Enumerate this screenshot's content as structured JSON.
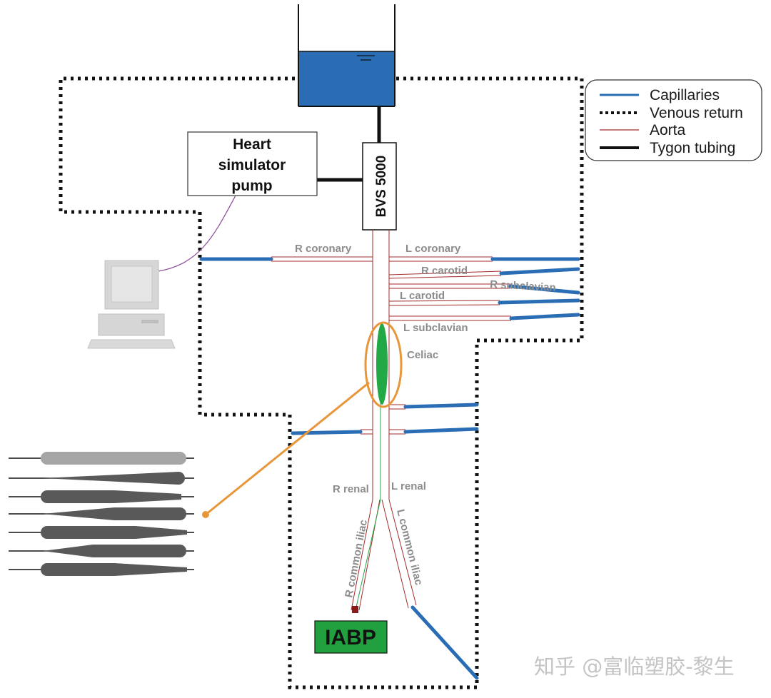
{
  "legend": {
    "items": [
      {
        "label": "Capillaries",
        "style": "solid-blue"
      },
      {
        "label": "Venous return",
        "style": "dotted-black"
      },
      {
        "label": "Aorta",
        "style": "thin-red"
      },
      {
        "label": "Tygon tubing",
        "style": "thick-black"
      }
    ]
  },
  "components": {
    "heart_pump": {
      "line1": "Heart",
      "line2": "simulator",
      "line3": "pump"
    },
    "bvs": {
      "label": "BVS 5000"
    },
    "iabp": {
      "label": "IABP"
    },
    "computer": {
      "icon": "computer-icon"
    },
    "reservoir": {
      "icon": "reservoir-icon"
    },
    "balloon_shapes": {
      "icon": "balloon-catheter-icon",
      "count": 7
    }
  },
  "vessels": {
    "r_coronary": "R coronary",
    "l_coronary": "L coronary",
    "r_carotid": "R carotid",
    "r_subclavian": "R subclavian",
    "l_carotid": "L carotid",
    "l_subclavian": "L subclavian",
    "celiac": "Celiac",
    "r_renal": "R renal",
    "l_renal": "L renal",
    "r_common_iliac": "R common iliac",
    "l_common_iliac": "L common iliac"
  },
  "watermark": "知乎 @富临塑胶-黎生",
  "colors": {
    "capillary": "#2a6db4",
    "aorta": "#a52a2a",
    "venous": "#111111",
    "tubing": "#111111",
    "water": "#2a6db4",
    "balloon_highlight": "#e8963a",
    "balloon": "#22a845",
    "iabp_fill": "#22a040",
    "pump_wire": "#8a4a9a",
    "computer": "#d6d6d6"
  }
}
